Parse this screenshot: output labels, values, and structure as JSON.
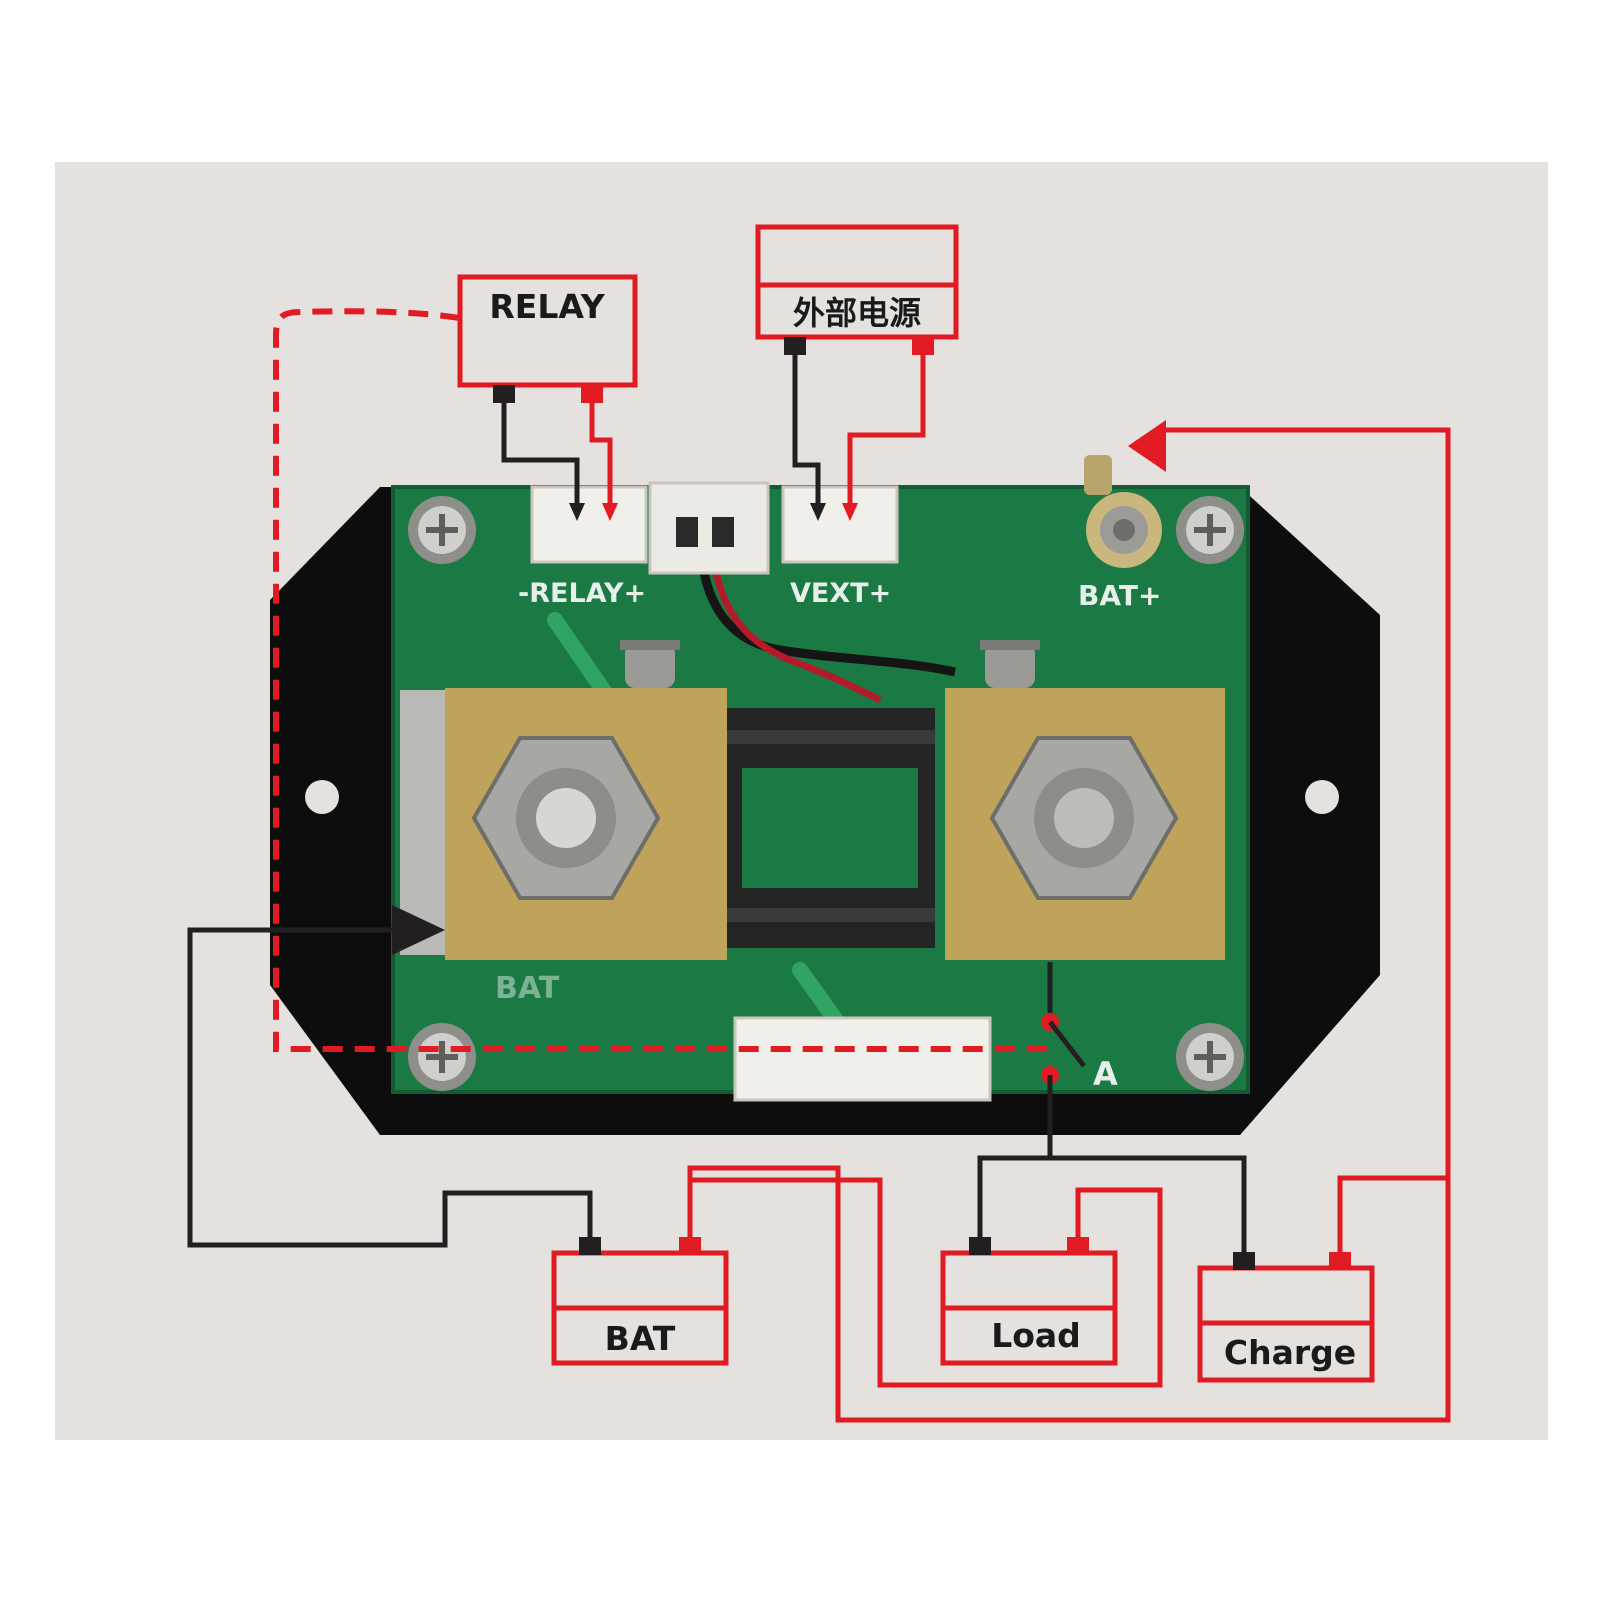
{
  "colors": {
    "background": "#e4e1de",
    "wire_positive": "#e01b24",
    "wire_negative": "#231f20",
    "pcb": "#1b7a44",
    "plate": "#0d0d0d",
    "brass": "#bfa35a",
    "steel": "#a7a7a4"
  },
  "boxes": {
    "relay": "RELAY",
    "ext_power": "外部电源",
    "bat": "BAT",
    "load": "Load",
    "charge": "Charge"
  },
  "board": {
    "relay_silk": "-RELAY+",
    "mid_silk": "",
    "vext_silk": "VEXT+",
    "bat_plus": "BAT+",
    "bat_silk": "BAT",
    "a_mark": "A"
  }
}
